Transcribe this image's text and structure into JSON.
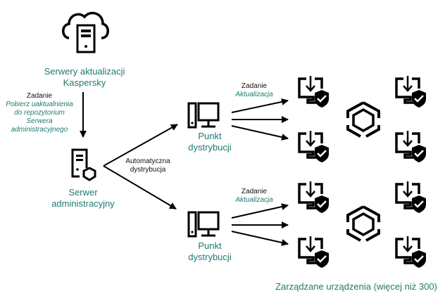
{
  "nodes": {
    "update_servers": {
      "label_line1": "Serwery aktualizacji",
      "label_line2": "Kaspersky",
      "icon": "cloud-server-icon"
    },
    "admin_server": {
      "label_line1": "Serwer",
      "label_line2": "administracyjny",
      "icon": "server-shield-icon"
    },
    "distribution_point_1": {
      "label_line1": "Punkt",
      "label_line2": "dystrybucji",
      "icon": "desktop-computer-icon"
    },
    "distribution_point_2": {
      "label_line1": "Punkt",
      "label_line2": "dystrybucji",
      "icon": "desktop-computer-icon"
    },
    "managed_devices": {
      "label": "Zarządzane urządzenia (więcej niż 300)",
      "icon": "managed-device-icon",
      "group_icon": "hexagon-network-icon"
    }
  },
  "edges": {
    "download_task": {
      "title": "Zadanie",
      "lines": [
        "Pobierz uaktualnienia",
        "do repozytorium",
        "Serwera",
        "administracyjnego"
      ]
    },
    "auto_distribution": {
      "line1": "Automatyczna",
      "line2": "dystrybucja"
    },
    "update_task_1": {
      "title": "Zadanie",
      "name": "Aktualizacja"
    },
    "update_task_2": {
      "title": "Zadanie",
      "name": "Aktualizacja"
    }
  },
  "colors": {
    "accent": "#1f7a6e",
    "stroke": "#000000"
  }
}
